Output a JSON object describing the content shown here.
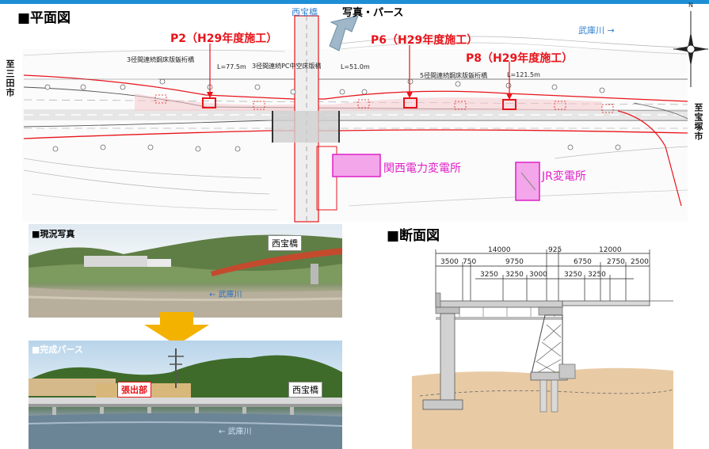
{
  "plan": {
    "heading": "■平面図",
    "bridge_name": "西宝橋",
    "photo_perspective_label": "写真・パース",
    "river_label": "武庫川",
    "river_arrow": "→",
    "left_direction": "至三田市",
    "right_direction": "至宝塚市",
    "north_label": "N",
    "piers": [
      {
        "label": "P2（H29年度施工）"
      },
      {
        "label": "P6（H29年度施工）"
      },
      {
        "label": "P8（H29年度施工）"
      }
    ],
    "substation_kansai": "関西電力変電所",
    "substation_jr": "JR変電所",
    "span_notes": [
      {
        "text": "3径間連続鋼床版鈑桁橋"
      },
      {
        "text": "L=77.5m"
      },
      {
        "text": "3径間連続PC中空床版橋"
      },
      {
        "text": "L=51.0m"
      },
      {
        "text": "5径間連続鋼床版鈑桁橋"
      },
      {
        "text": "L=121.5m"
      }
    ]
  },
  "photo": {
    "heading": "■現況写真",
    "bridge_tag": "西宝橋",
    "river_label": "← 武庫川"
  },
  "render": {
    "heading": "■完成パース",
    "bridge_tag": "西宝橋",
    "overhang_tag": "張出部",
    "river_label": "← 武庫川"
  },
  "section": {
    "heading": "■断面図",
    "dims_top": [
      "14000",
      "925",
      "12000"
    ],
    "dims_mid": [
      "3500",
      "750",
      "9750",
      "6750",
      "2750",
      "2500"
    ],
    "dims_low": [
      "3250",
      "3250",
      "3000",
      "3250",
      "3250"
    ]
  },
  "colors": {
    "accent_blue": "#1e8fd6",
    "pier_red": "#e8141b",
    "substation_magenta": "#e020c8",
    "arrow_orange": "#f3b200",
    "ground": "#e8cba5"
  }
}
